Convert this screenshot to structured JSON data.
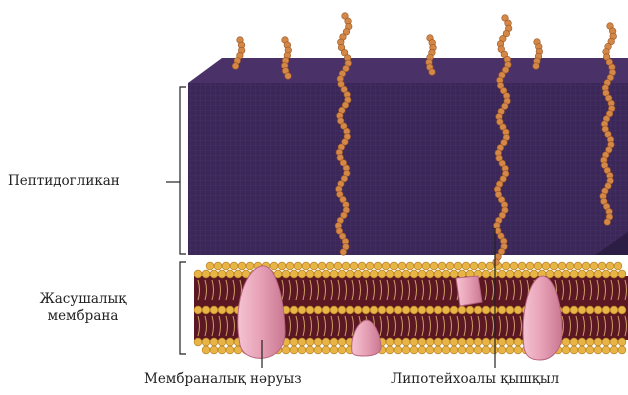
{
  "labels": {
    "peptidoglycan": "Пептидогликан",
    "cell_membrane_line1": "Жасушалық",
    "cell_membrane_line2": "мембрана",
    "membrane_protein": "Мембраналық нәруыз",
    "lipoteichoic_acid": "Липотейхоалы қышқыл"
  },
  "colors": {
    "peptidoglycan_front": "#3b2758",
    "peptidoglycan_top": "#4a3268",
    "peptidoglycan_side": "#2c1d44",
    "chain_bead": "#d48848",
    "lipid_head": "#e8b446",
    "membrane_core": "#5c1822",
    "protein": "#e8a3b8"
  }
}
